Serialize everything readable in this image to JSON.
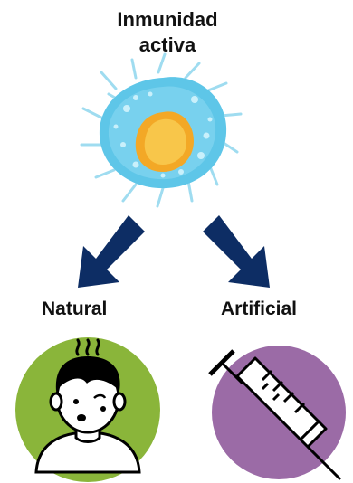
{
  "diagram": {
    "title_line1": "Inmunidad",
    "title_line2": "activa",
    "branches": [
      {
        "label": "Natural",
        "icon": "sick-child-icon",
        "circle_color": "#8ab53a"
      },
      {
        "label": "Artificial",
        "icon": "syringe-icon",
        "circle_color": "#9b6ba6"
      }
    ],
    "cell_icon": "immune-cell-icon",
    "arrow_color": "#0d2d64"
  }
}
